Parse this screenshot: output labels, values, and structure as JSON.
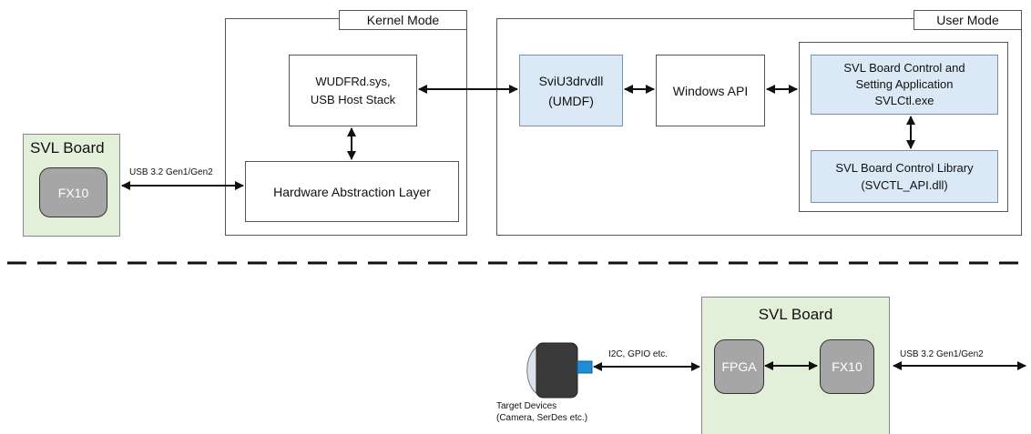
{
  "top": {
    "svl_board": {
      "title": "SVL Board",
      "chip": "FX10"
    },
    "usb_link_label": "USB 3.2 Gen1/Gen2",
    "kernel_mode": {
      "title": "Kernel Mode",
      "wudf_line1": "WUDFRd.sys,",
      "wudf_line2": "USB Host Stack",
      "hal": "Hardware Abstraction Layer"
    },
    "user_mode": {
      "title": "User Mode",
      "driver_line1": "SviU3drvdll",
      "driver_line2": "(UMDF)",
      "windows_api": "Windows API",
      "app_line1": "SVL Board Control and",
      "app_line2": "Setting Application",
      "app_line3": "SVLCtl.exe",
      "lib_line1": "SVL Board Control Library",
      "lib_line2": "(SVCTL_API.dll)"
    }
  },
  "bottom": {
    "svl_board": {
      "title": "SVL Board",
      "fpga": "FPGA",
      "fx10": "FX10"
    },
    "target_label_line1": "Target Devices",
    "target_label_line2": "(Camera, SerDes etc.)",
    "i2c_label": "I2C, GPIO etc.",
    "usb_label": "USB 3.2 Gen1/Gen2"
  },
  "colors": {
    "board_green": "#e2efd9",
    "module_blue": "#dbe8f6",
    "chip_gray": "#a6a6a6"
  }
}
